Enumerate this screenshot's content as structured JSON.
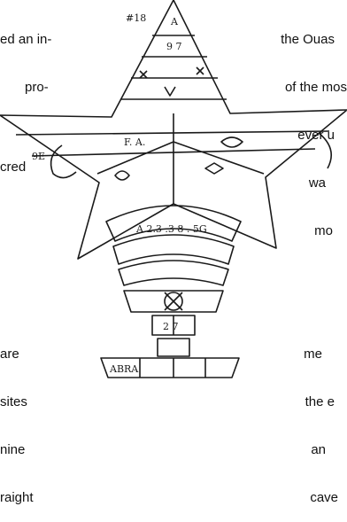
{
  "text": {
    "left_top": [
      "ed an in-",
      "pro-",
      "",
      "cred"
    ],
    "right_top": [
      "the Ouas",
      "of the mos",
      "ever u",
      "wa",
      "mo"
    ],
    "left_bottom": [
      "are",
      "sites",
      "nine",
      "raight"
    ],
    "right_bottom": [
      "me",
      "the e",
      "an",
      "cave"
    ]
  },
  "illustration": {
    "glyph_texts": [
      "#18",
      "A",
      "9 7",
      "F. A.",
      "9E",
      "A 2.3 .3 8 . 5G",
      "2 7",
      "ABRA"
    ]
  }
}
